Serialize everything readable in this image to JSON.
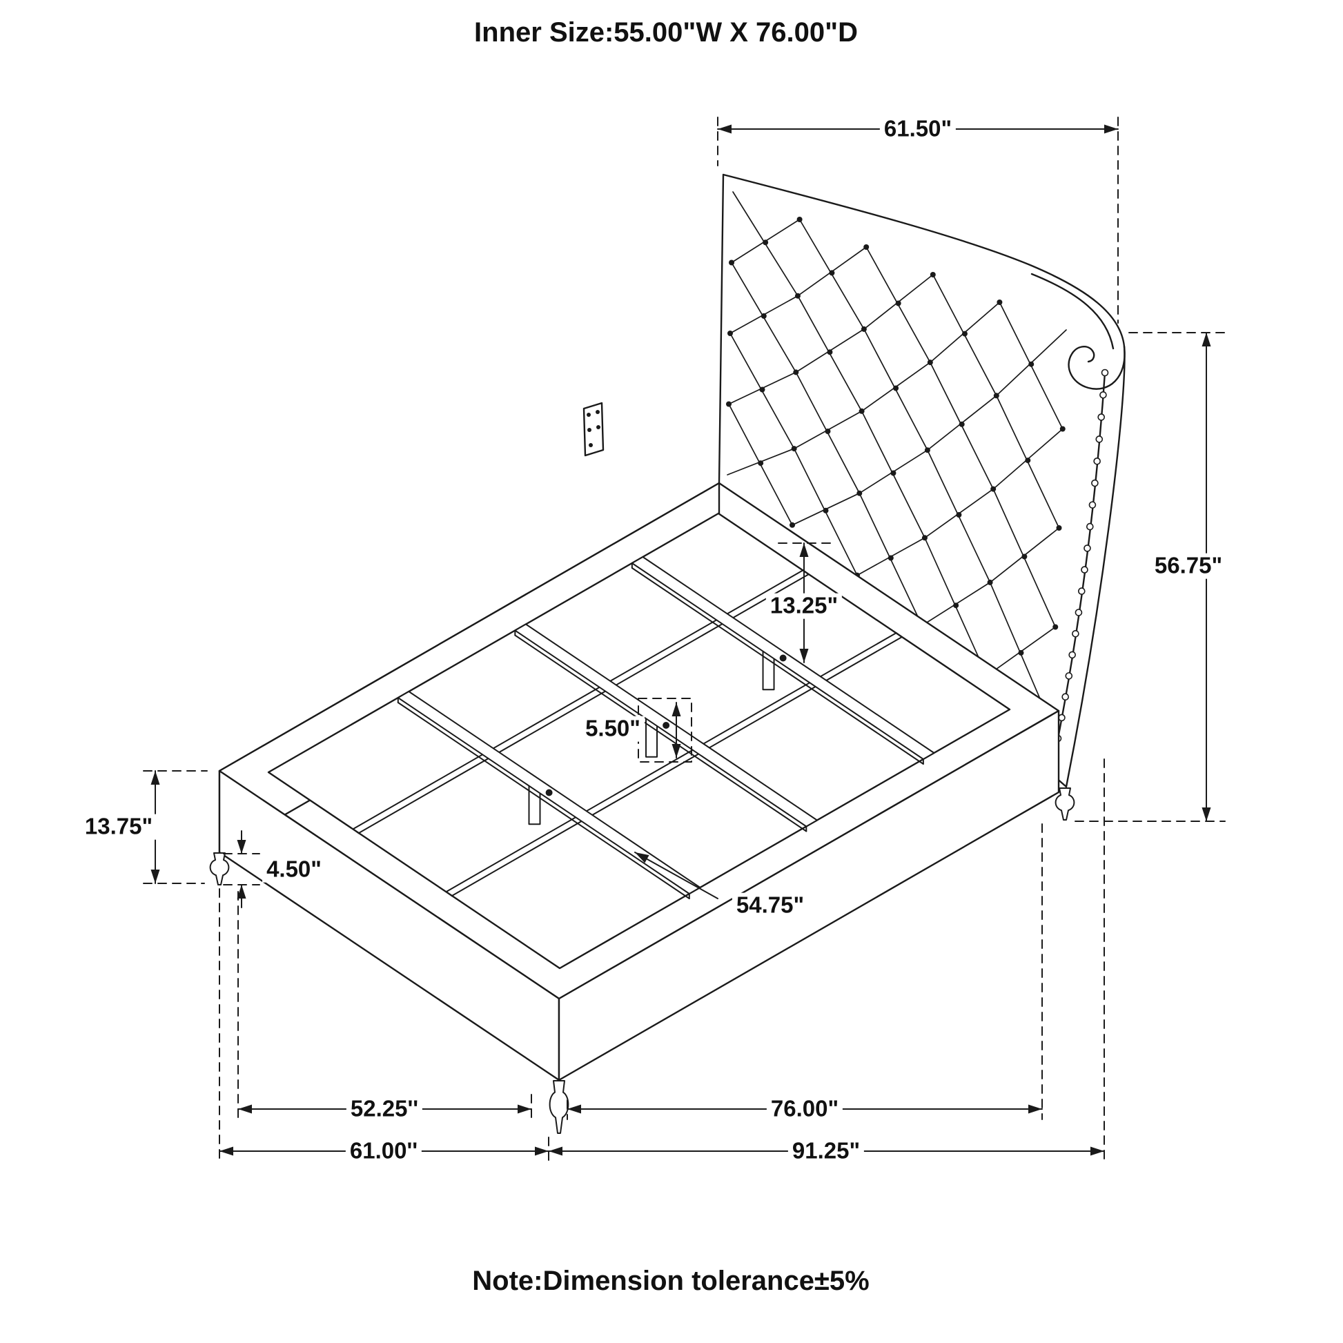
{
  "title": "Inner Size:55.00\"W X 76.00\"D",
  "note": "Note:Dimension tolerance±5%",
  "colors": {
    "line": "#1a1a1a",
    "background": "#ffffff"
  },
  "dimensions": {
    "headboard_width": "61.50\"",
    "headboard_height": "56.75\"",
    "headboard_to_slat": "13.25\"",
    "center_leg_height": "5.50\"",
    "rail_floor_height": "13.75\"",
    "foot_leg_height": "4.50\"",
    "slat_length": "54.75\"",
    "inner_width": "52.25''",
    "inner_length": "76.00\"",
    "outer_width": "61.00''",
    "outer_length": "91.25\""
  }
}
